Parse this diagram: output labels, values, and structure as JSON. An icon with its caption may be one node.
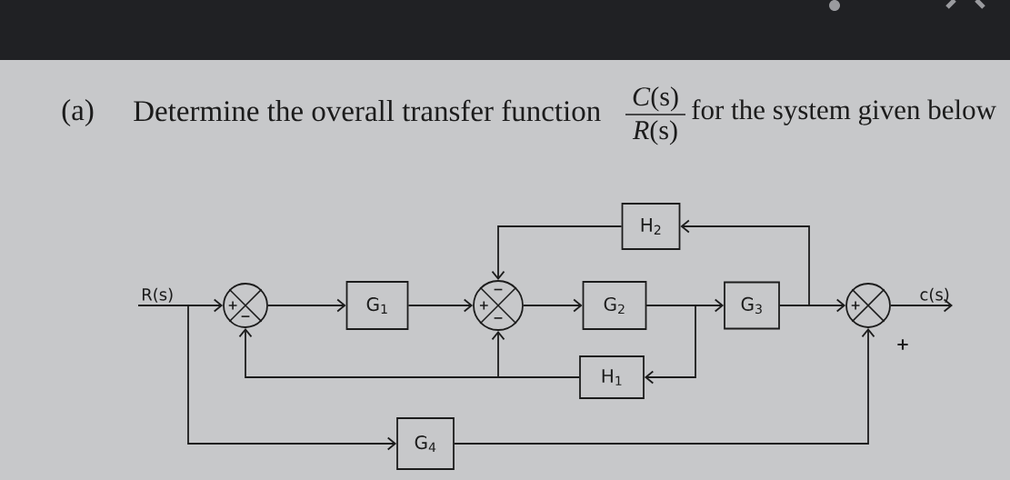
{
  "diagram": {
    "nodes": [
      {
        "text": [
          "H$_{2}$"
        ]
      },
      {
        "text": [
          "R(s)"
        ]
      },
      {
        "text": [
          "+",
          "−"
        ]
      },
      {
        "text": [
          "G$_{1}$"
        ]
      },
      {
        "text": [
          "−",
          "+",
          "−"
        ]
      },
      {
        "text": [
          "G$_{2}$"
        ]
      },
      {
        "text": [
          "G$_{3}$"
        ]
      },
      {
        "text": [
          "+"
        ],
        "beside": [
          "+"
        ]
      },
      {
        "text": [
          "c(s)"
        ]
      },
      {
        "text": [
          "H$_{1}$"
        ]
      },
      {
        "text": [
          "G$_{4}$"
        ]
      }
    ],
    "edges": [
      {
        "from": 1,
        "to": 2,
        "arrow": "to"
      },
      {
        "from": 1,
        "to": 10,
        "arrow": "to"
      },
      {
        "from": 2,
        "to": 3,
        "arrow": "to"
      },
      {
        "from": 3,
        "to": 4,
        "arrow": "to"
      },
      {
        "from": 4,
        "to": 5,
        "arrow": "to"
      },
      {
        "from": 5,
        "to": 6,
        "arrow": "to"
      },
      {
        "from": 5,
        "to": 9,
        "arrow": "to"
      },
      {
        "from": 6,
        "to": 7,
        "arrow": "to"
      },
      {
        "from": 6,
        "to": 0,
        "arrow": "to"
      },
      {
        "from": 0,
        "to": 4,
        "arrow": "to"
      },
      {
        "from": 9,
        "to": 4,
        "arrow": "to"
      },
      {
        "from": 9,
        "to": 2,
        "arrow": "to"
      },
      {
        "from": 10,
        "to": 7,
        "arrow": "to"
      },
      {
        "from": 7,
        "to": 8,
        "arrow": "to"
      }
    ],
    "labels": [
      "(a)",
      "Determine the overall transfer function",
      "*C*(s)",
      "*R*(s)",
      "for the system given below"
    ]
  }
}
